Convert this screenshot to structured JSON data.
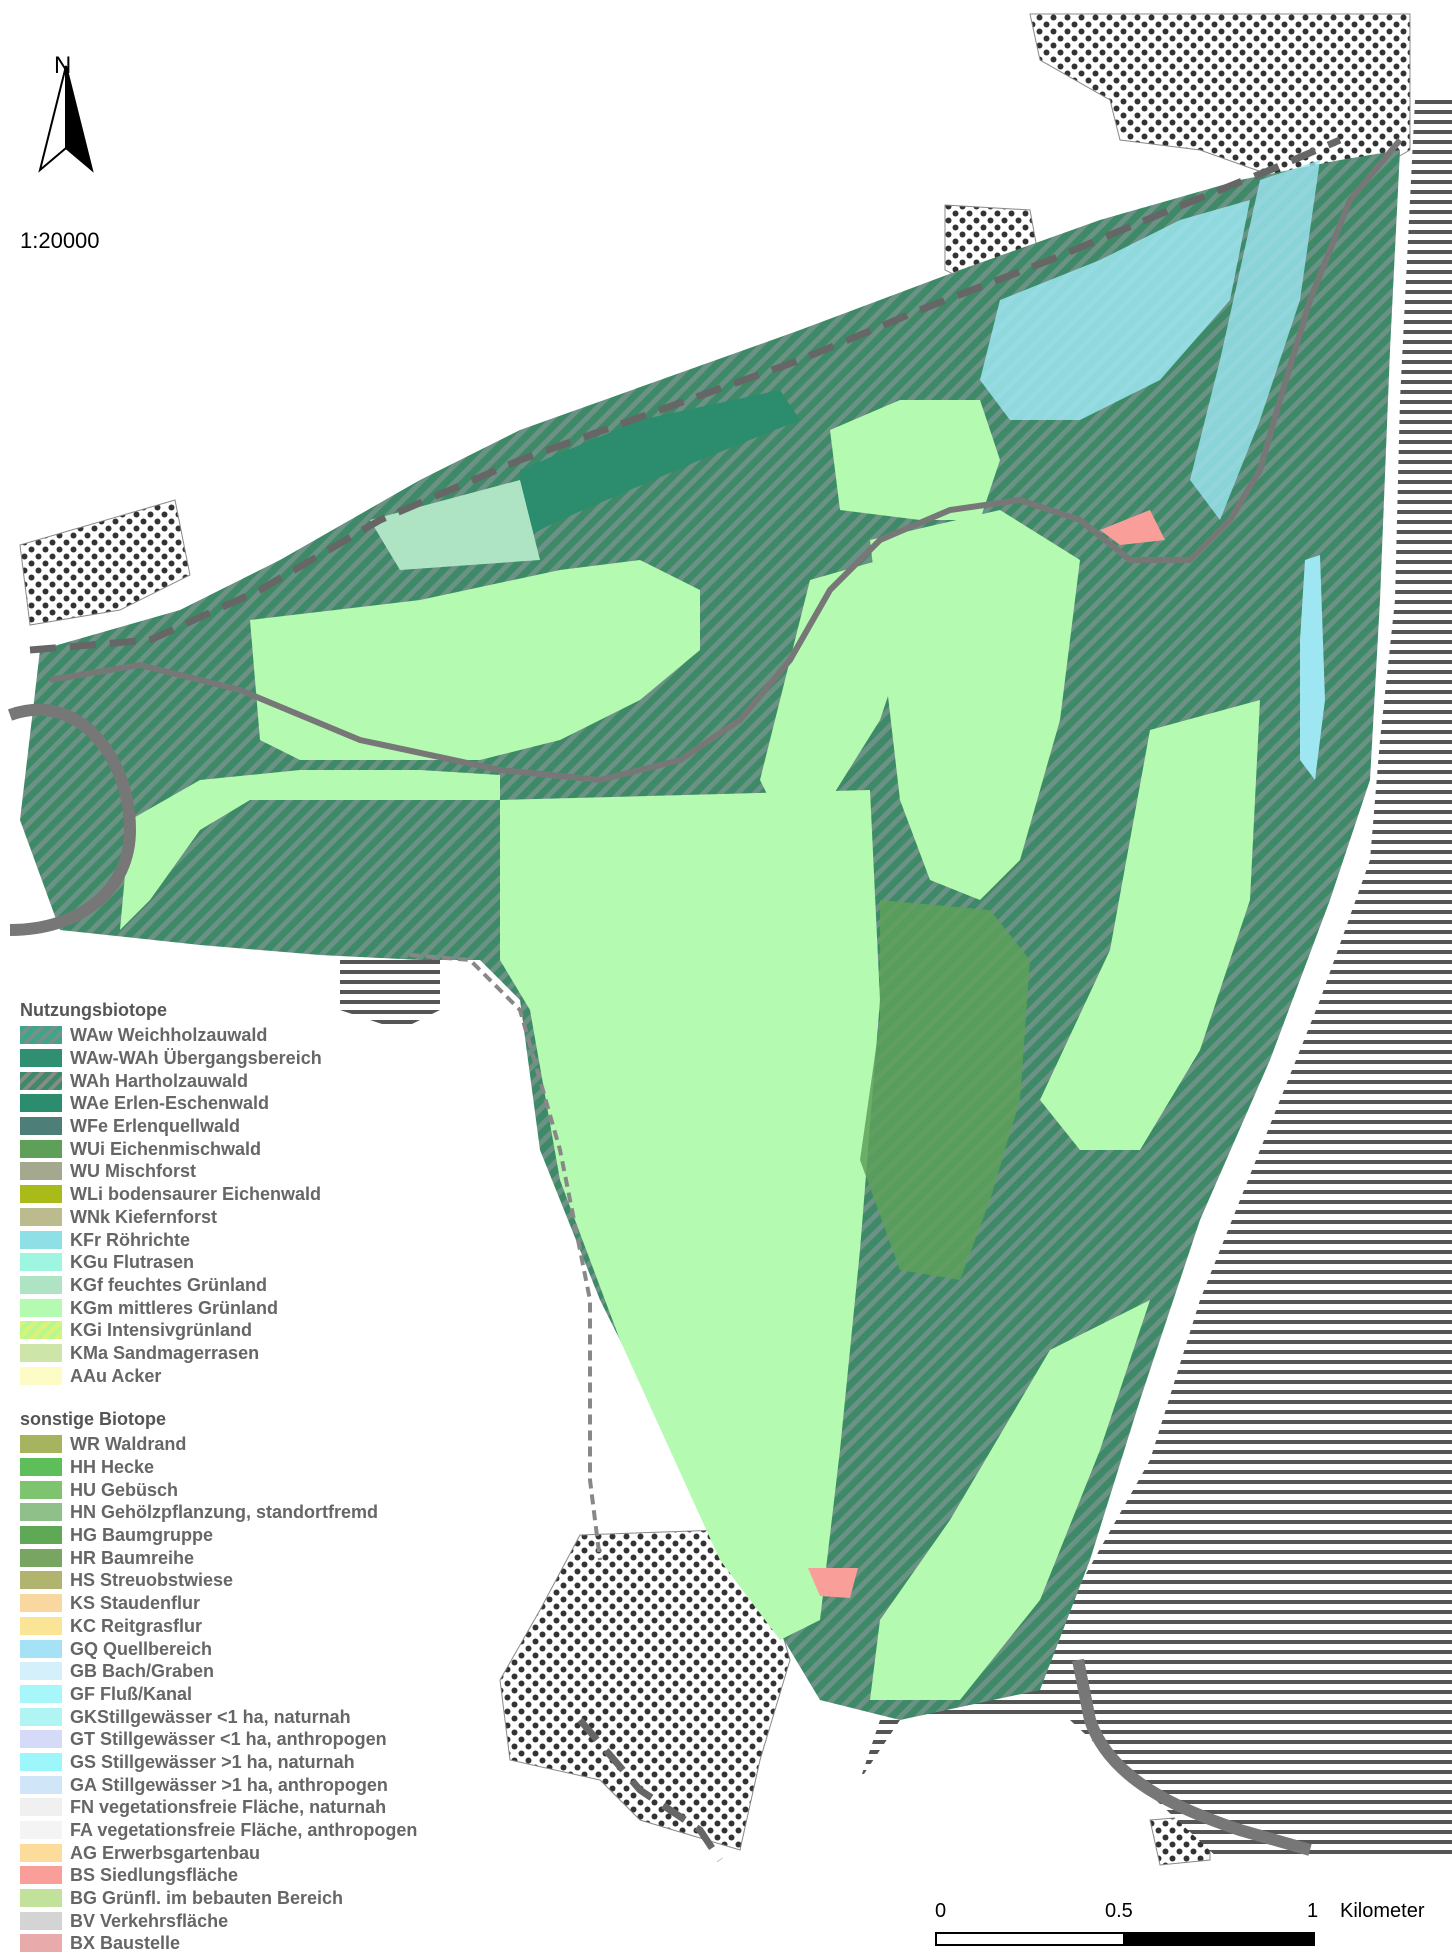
{
  "north_label": "N",
  "scale_ratio": "1:20000",
  "legend": {
    "sections": [
      {
        "heading": "Nutzungsbiotope",
        "items": [
          {
            "label": "WAw Weichholzauwald",
            "color": "#3fa58a",
            "hatch": "#7a8f88"
          },
          {
            "label": "WAw-WAh Übergangsbereich",
            "color": "#2f8f70",
            "hatch": ""
          },
          {
            "label": "WAh Hartholzauwald",
            "color": "#3e8a68",
            "hatch": "#8a8a88"
          },
          {
            "label": "WAe Erlen-Eschenwald",
            "color": "#2b8c6e",
            "hatch": ""
          },
          {
            "label": "WFe Erlenquellwald",
            "color": "#4e7e78",
            "hatch": ""
          },
          {
            "label": "WUi Eichenmischwald",
            "color": "#5ea05a",
            "hatch": ""
          },
          {
            "label": "WU Mischforst",
            "color": "#a3a88e",
            "hatch": ""
          },
          {
            "label": "WLi bodensaurer Eichenwald",
            "color": "#a8bb18",
            "hatch": ""
          },
          {
            "label": "WNk Kiefernforst",
            "color": "#bcbb8e",
            "hatch": ""
          },
          {
            "label": "KFr Röhrichte",
            "color": "#8fe0e6",
            "hatch": ""
          },
          {
            "label": "KGu Flutrasen",
            "color": "#9ef5e0",
            "hatch": ""
          },
          {
            "label": "KGf feuchtes Grünland",
            "color": "#aee4c4",
            "hatch": ""
          },
          {
            "label": "KGm mittleres Grünland",
            "color": "#b4fab0",
            "hatch": ""
          },
          {
            "label": "KGi Intensivgrünland",
            "color": "#d8f27a",
            "hatch": "#b4f890"
          },
          {
            "label": "KMa Sandmagerrasen",
            "color": "#cde5a8",
            "hatch": ""
          },
          {
            "label": "AAu Acker",
            "color": "#fdfcc6",
            "hatch": ""
          }
        ]
      },
      {
        "heading": "sonstige Biotope",
        "items": [
          {
            "label": "WR Waldrand",
            "color": "#a6b460",
            "hatch": ""
          },
          {
            "label": "HH Hecke",
            "color": "#5ebf5a",
            "hatch": ""
          },
          {
            "label": "HU Gebüsch",
            "color": "#7ec46e",
            "hatch": ""
          },
          {
            "label": "HN Gehölzpflanzung, standortfremd",
            "color": "#8fc08a",
            "hatch": ""
          },
          {
            "label": "HG Baumgruppe",
            "color": "#5fa855",
            "hatch": ""
          },
          {
            "label": "HR Baumreihe",
            "color": "#78a562",
            "hatch": ""
          },
          {
            "label": "HS Streuobstwiese",
            "color": "#b0b46e",
            "hatch": ""
          },
          {
            "label": "KS Staudenflur",
            "color": "#f8d8a0",
            "hatch": ""
          },
          {
            "label": "KC Reitgrasflur",
            "color": "#fae496",
            "hatch": ""
          },
          {
            "label": "GQ Quellbereich",
            "color": "#a6e2f6",
            "hatch": ""
          },
          {
            "label": "GB Bach/Graben",
            "color": "#d4f0fa",
            "hatch": ""
          },
          {
            "label": "GF Fluß/Kanal",
            "color": "#a6f6fa",
            "hatch": ""
          },
          {
            "label": "GKStillgewässer <1 ha, naturnah",
            "color": "#b0f4f4",
            "hatch": ""
          },
          {
            "label": "GT Stillgewässer <1 ha, anthropogen",
            "color": "#d4daf8",
            "hatch": ""
          },
          {
            "label": "GS Stillgewässer >1 ha, naturnah",
            "color": "#9cf6fa",
            "hatch": ""
          },
          {
            "label": "GA Stillgewässer >1 ha, anthropogen",
            "color": "#d0e6f8",
            "hatch": ""
          },
          {
            "label": "FN vegetationsfreie Fläche, naturnah",
            "color": "#f0f0f0",
            "hatch": ""
          },
          {
            "label": "FA vegetationsfreie Fläche, anthropogen",
            "color": "#f4f4f4",
            "hatch": ""
          },
          {
            "label": "AG Erwerbsgartenbau",
            "color": "#fcdc9a",
            "hatch": ""
          },
          {
            "label": "BS Siedlungsfläche",
            "color": "#fa9e9a",
            "hatch": ""
          },
          {
            "label": "BG Grünfl. im bebauten Bereich",
            "color": "#c2e29c",
            "hatch": ""
          },
          {
            "label": "BV Verkehrsfläche",
            "color": "#d4d4d4",
            "hatch": ""
          },
          {
            "label": "BX Baustelle",
            "color": "#e8aaaa",
            "hatch": ""
          }
        ]
      }
    ]
  },
  "scalebar": {
    "labels": [
      "0",
      "0.5",
      "1"
    ],
    "unit": "Kilometer"
  },
  "colors": {
    "forest": "#3e8a68",
    "meadow": "#b4fab0",
    "wet_grass": "#aee4c4",
    "water": "#9ee6f2",
    "river": "#777777",
    "settlement_dots": "#333333"
  }
}
